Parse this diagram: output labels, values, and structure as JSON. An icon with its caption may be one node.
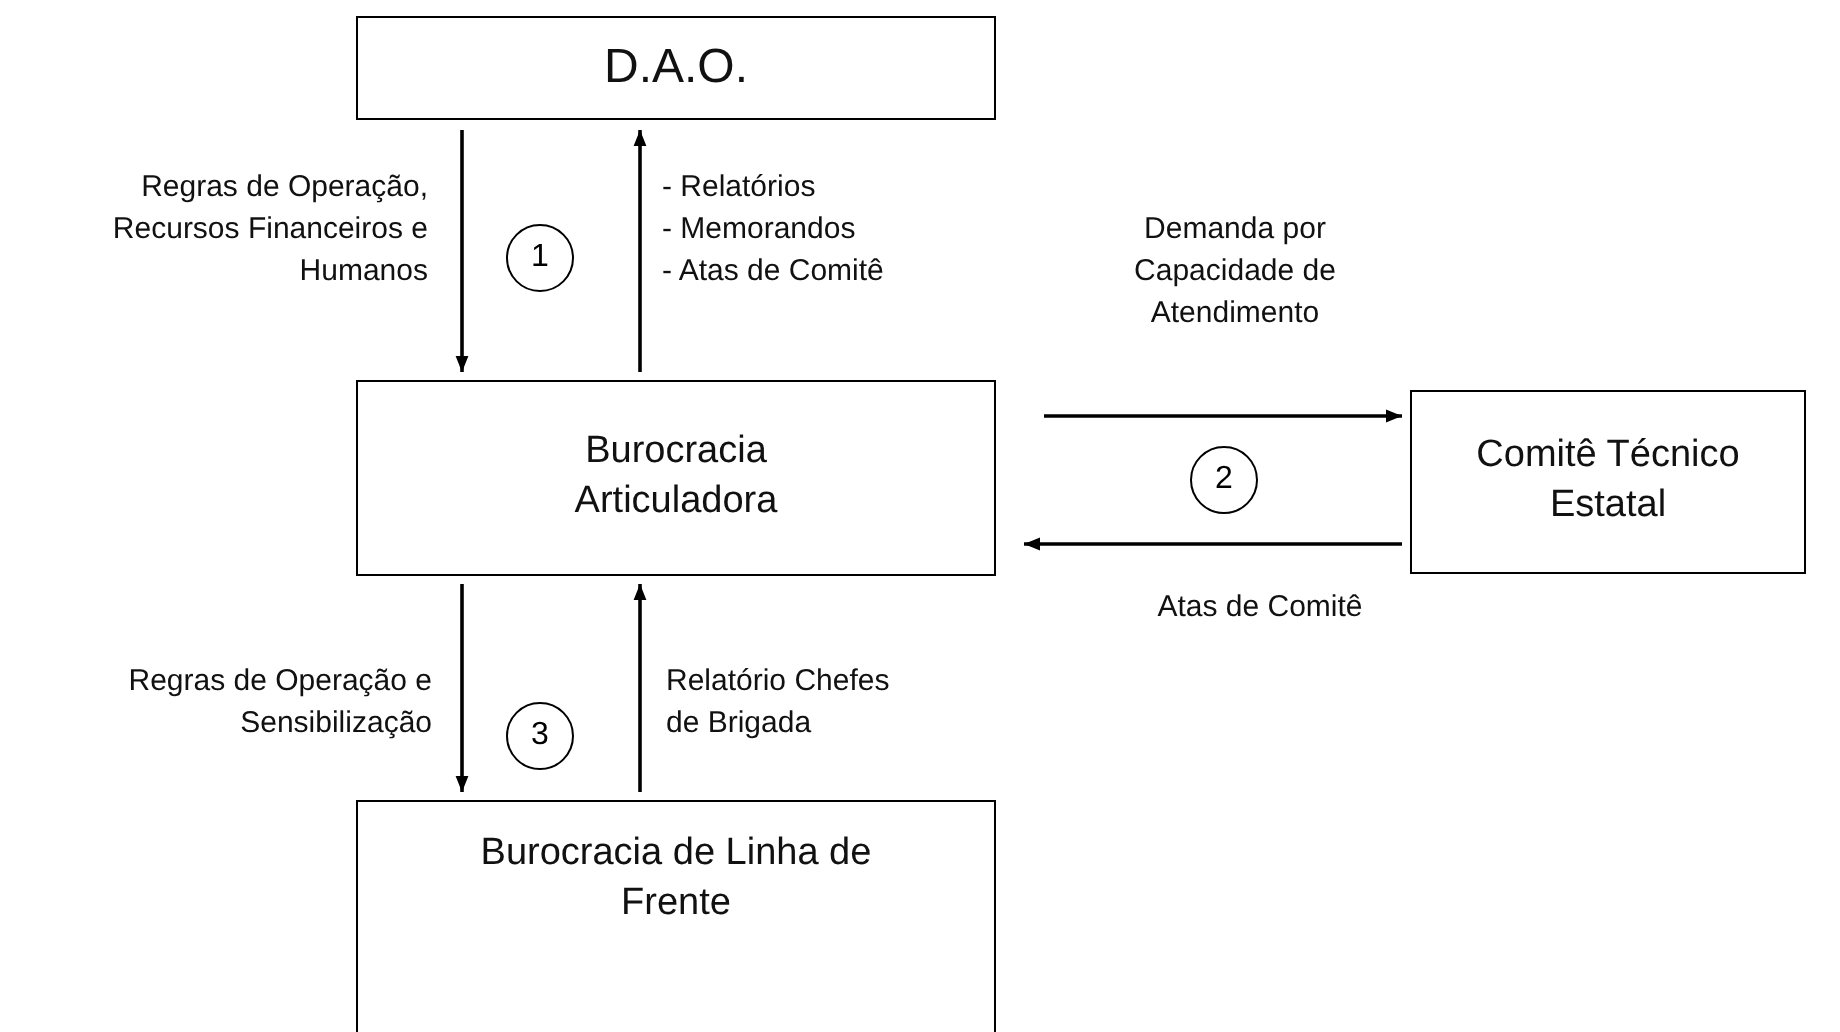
{
  "diagram": {
    "nodes": [
      {
        "text": [
          "D.A.O."
        ]
      },
      {
        "text": [
          "Burocracia Articuladora"
        ]
      },
      {
        "text": [
          "Comitê Técnico Estatal"
        ]
      },
      {
        "text": [
          "Burocracia de Linha de Frente"
        ]
      }
    ],
    "edges": [
      {
        "from": 0,
        "to": 1,
        "arrow": "to",
        "label": "Regras de Operação, Recursos Financeiros e Humanos"
      },
      {
        "from": 1,
        "to": 0,
        "arrow": "to",
        "label": "- Relatórios - Memorandos - Atas de Comitê"
      },
      {
        "from": 1,
        "to": 2,
        "arrow": "to",
        "label": "Demanda por Capacidade de Atendimento"
      },
      {
        "from": 2,
        "to": 1,
        "arrow": "to",
        "label": "Atas de Comitê"
      },
      {
        "from": 1,
        "to": 3,
        "arrow": "to",
        "label": "Regras de Operação e Sensibilização"
      },
      {
        "from": 3,
        "to": 1,
        "arrow": "to",
        "label": "Relatório Chefes de Brigada"
      }
    ],
    "labels": [
      "1",
      "2",
      "3"
    ]
  }
}
